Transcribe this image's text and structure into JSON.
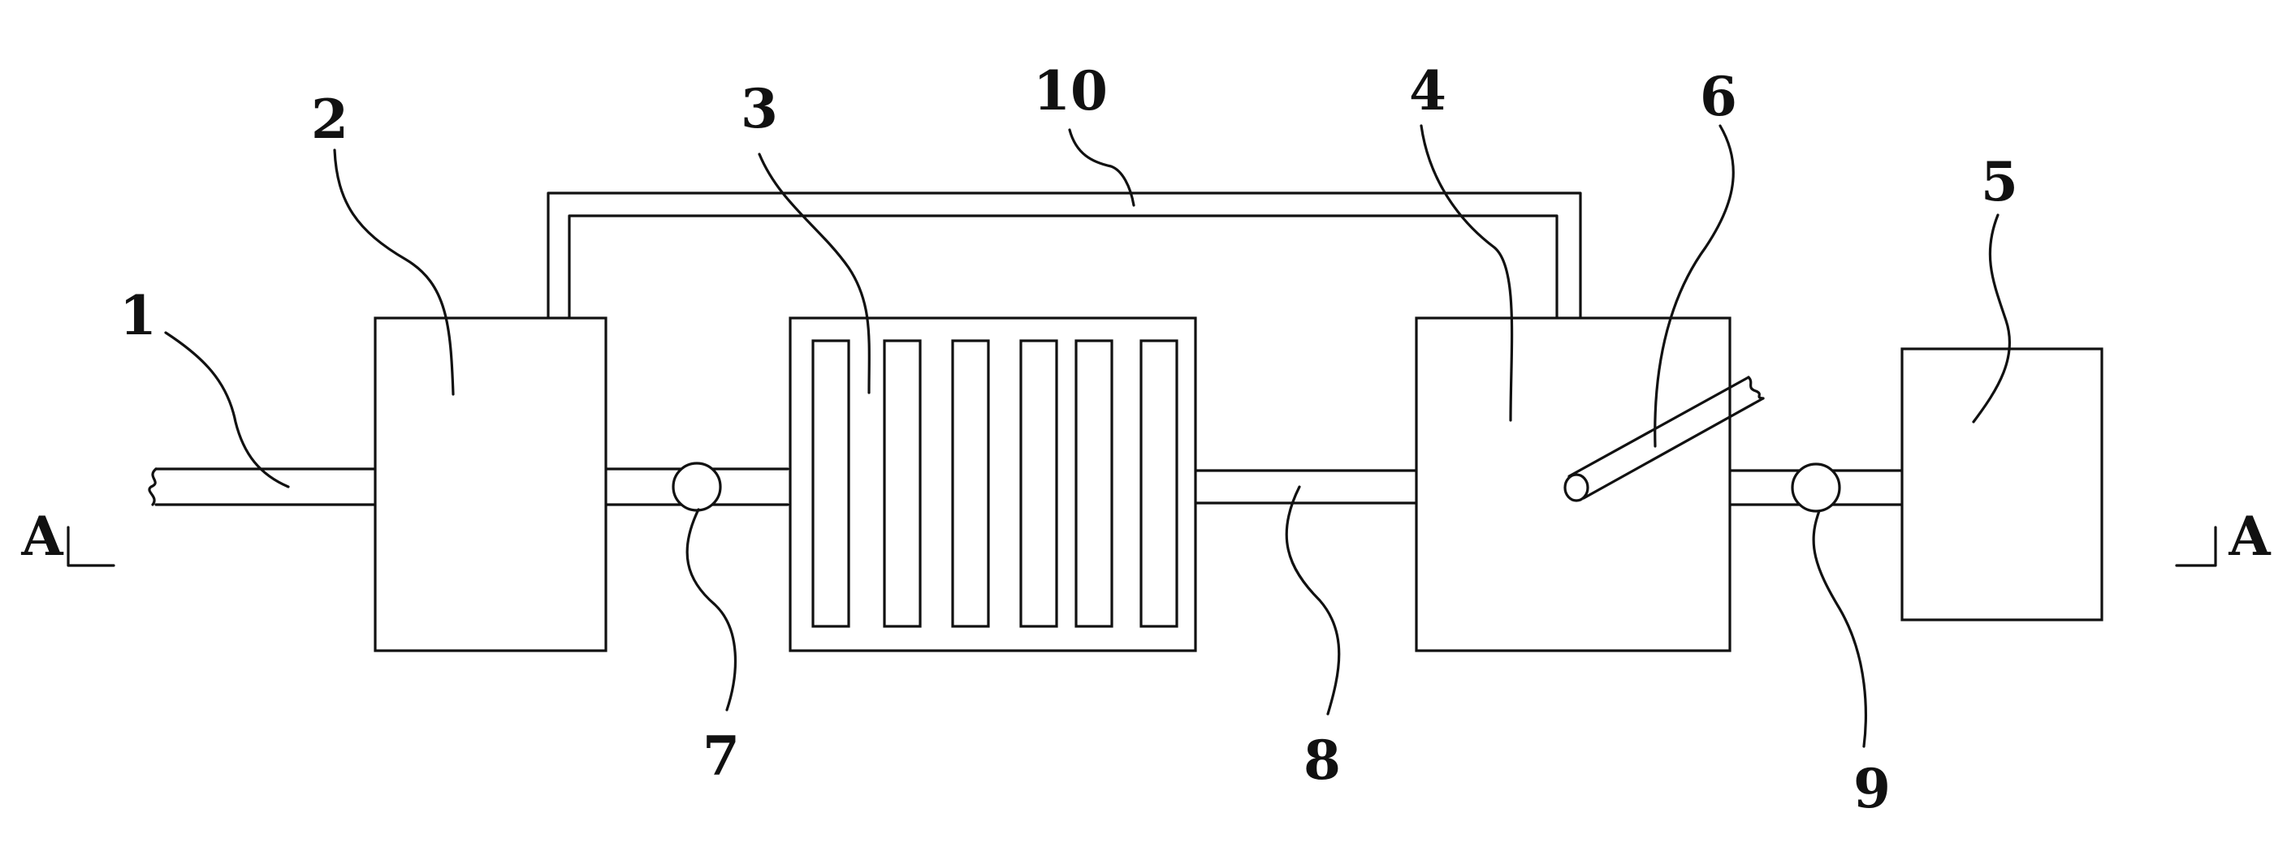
{
  "labels": {
    "l1": "1",
    "l2": "2",
    "l3": "3",
    "l4": "4",
    "l5": "5",
    "l6": "6",
    "l7": "7",
    "l8": "8",
    "l9": "9",
    "l10": "10",
    "section_left": "A",
    "section_right": "A"
  },
  "colors": {
    "line": "#111111",
    "background": "#ffffff"
  }
}
